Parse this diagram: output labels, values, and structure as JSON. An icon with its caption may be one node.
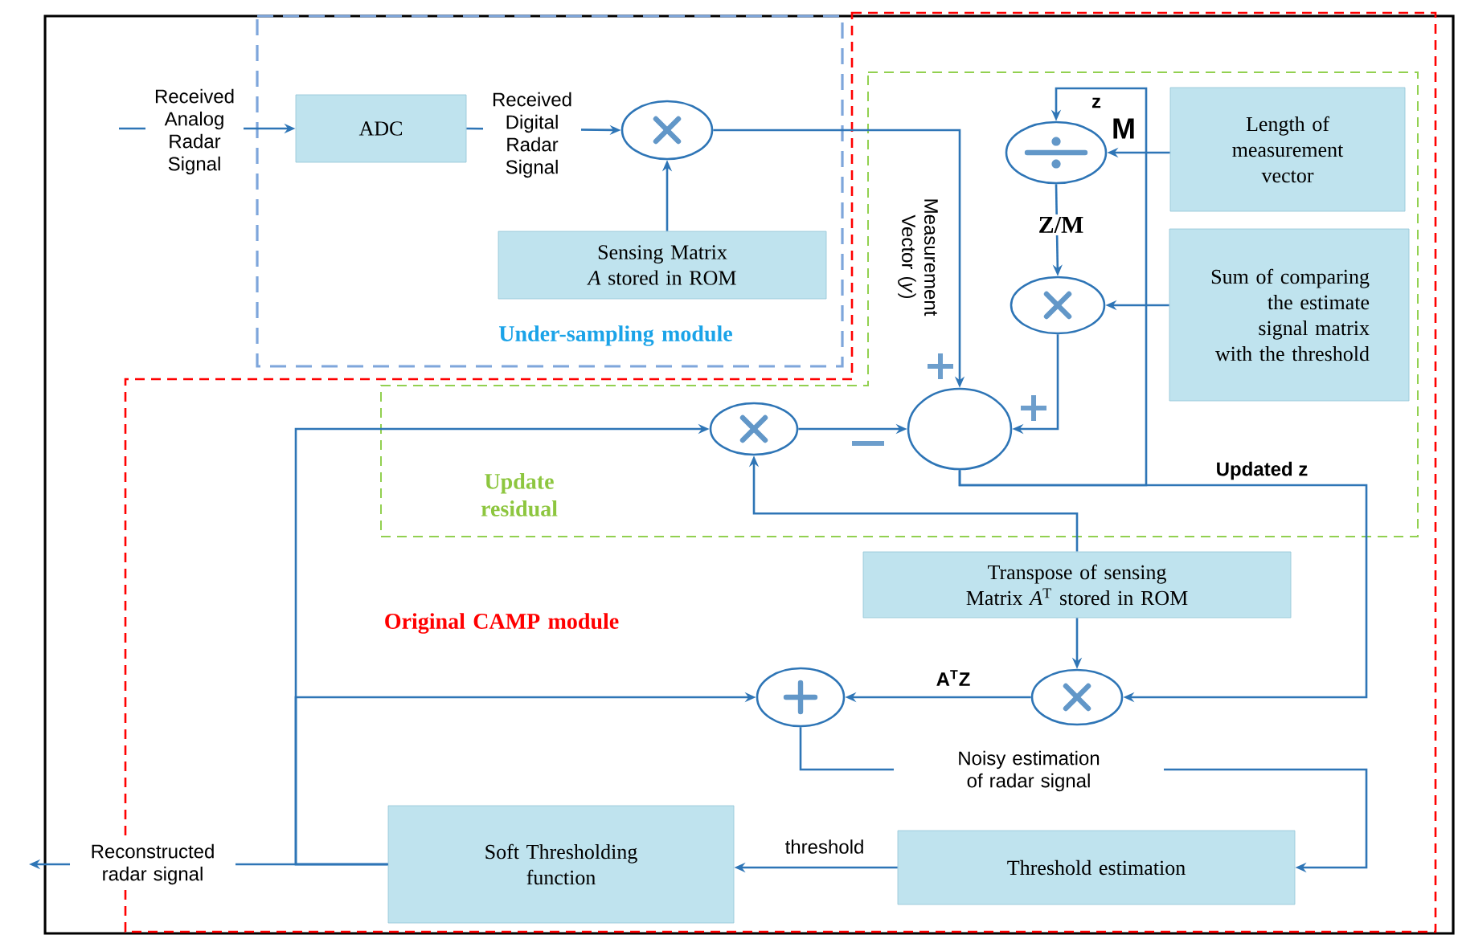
{
  "diagram": {
    "nodes": [
      {
        "text": [
          "Under-sampling module"
        ]
      },
      {
        "text": [
          "Original CAMP module"
        ]
      },
      {
        "text": [
          "Update residual"
        ],
        "in": 1
      },
      {
        "text": [
          "ADC"
        ],
        "in": 0
      },
      {
        "text": [],
        "shape": "circle",
        "in": 0
      },
      {
        "text": [
          "Sensing Matrix *A* stored in ROM"
        ],
        "in": 0
      },
      {
        "text": [],
        "shape": "circle",
        "in": 2
      },
      {
        "text": [
          "Length of measurement vector"
        ],
        "in": 2
      },
      {
        "text": [],
        "shape": "circle",
        "in": 2
      },
      {
        "text": [
          "Sum of comparing the estimate signal matrix with the threshold"
        ],
        "in": 2
      },
      {
        "text": [],
        "shape": "circle",
        "in": 2
      },
      {
        "text": [],
        "shape": "circle",
        "in": 2
      },
      {
        "text": [
          "Transpose of sensing Matrix *A*$^{T}$ stored in ROM"
        ],
        "in": 1
      },
      {
        "text": [],
        "shape": "circle",
        "in": 1
      },
      {
        "text": [],
        "shape": "circle",
        "in": 1
      },
      {
        "text": [
          "Threshold estimation"
        ],
        "in": 1
      },
      {
        "text": [
          "Soft Thresholding function"
        ],
        "in": 1
      }
    ],
    "edges": [
      {
        "from": null,
        "to": 3,
        "arrow": "to",
        "label": "Received Analog Radar Signal"
      },
      {
        "from": 3,
        "to": 4,
        "arrow": "to",
        "label": "Received Digital Radar Signal"
      },
      {
        "from": 5,
        "to": 4,
        "arrow": "to"
      },
      {
        "from": 4,
        "to": 10,
        "arrow": "to",
        "label": "Measurement Vector (*y*)"
      },
      {
        "from": 11,
        "to": 10,
        "arrow": "to"
      },
      {
        "from": 8,
        "to": 10,
        "arrow": "to"
      },
      {
        "from": 10,
        "to": 6,
        "arrow": "to",
        "label": "z"
      },
      {
        "from": 10,
        "to": 14,
        "arrow": "to",
        "label": "Updated z"
      },
      {
        "from": 7,
        "to": 6,
        "arrow": "to",
        "label": "M"
      },
      {
        "from": 6,
        "to": 8,
        "arrow": "to",
        "label": "Z/M"
      },
      {
        "from": 9,
        "to": 8,
        "arrow": "to"
      },
      {
        "from": 12,
        "to": 11,
        "arrow": "to"
      },
      {
        "from": 12,
        "to": 14,
        "arrow": "to"
      },
      {
        "from": 14,
        "to": 13,
        "arrow": "to",
        "label": "A$^{T}$Z"
      },
      {
        "from": 13,
        "to": 15,
        "arrow": "to",
        "label": "Noisy estimation of radar signal"
      },
      {
        "from": 15,
        "to": 16,
        "arrow": "to",
        "label": "threshold"
      },
      {
        "from": 16,
        "to": null,
        "arrow": "to",
        "label": "Reconstructed radar signal"
      },
      {
        "from": 16,
        "to": 11,
        "arrow": "to"
      },
      {
        "from": 16,
        "to": 13,
        "arrow": "to"
      }
    ]
  }
}
